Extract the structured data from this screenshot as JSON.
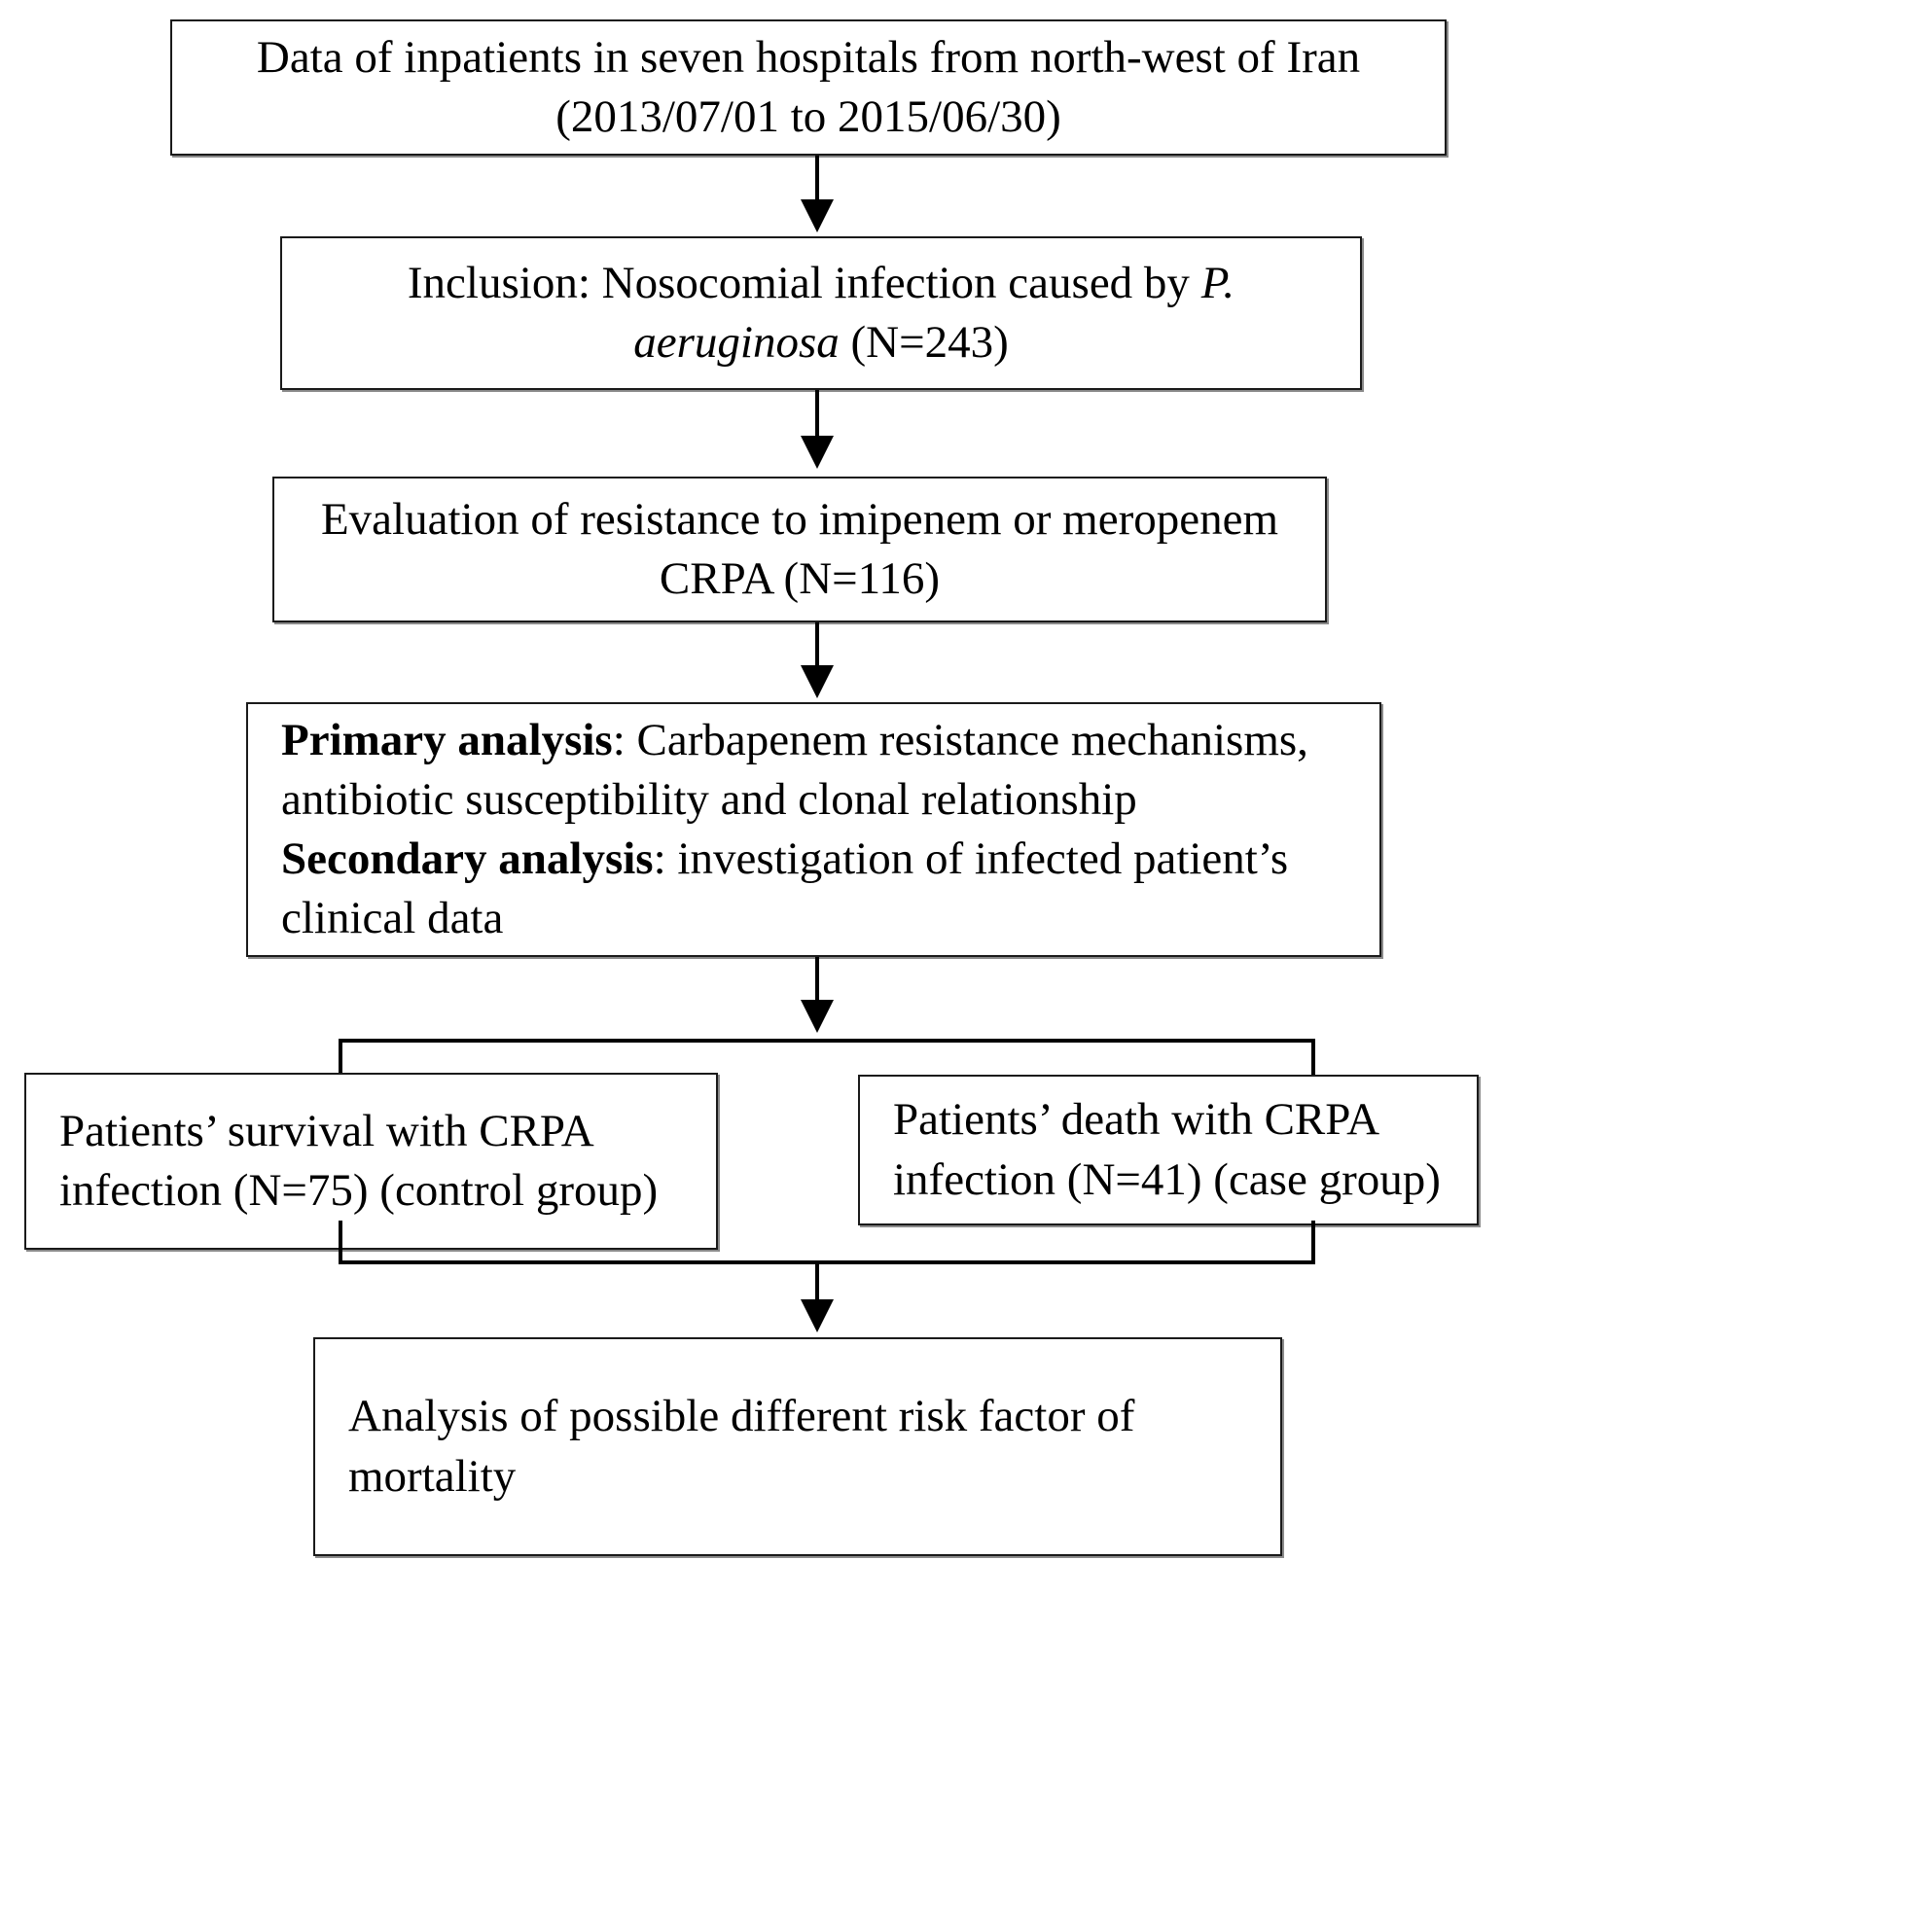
{
  "diagram": {
    "title": "Study selection and analysis flowchart for carbapenem-resistant Pseudomonas aeruginosa (CRPA)",
    "type": "flowchart",
    "orientation": "top-to-bottom",
    "nodes": [
      {
        "id": "source-data",
        "lines": [
          "Data of inpatients in seven hospitals from north-west of Iran",
          "(2013/07/01 to 2015/06/30)"
        ],
        "align": "center"
      },
      {
        "id": "inclusion",
        "line1_a": "Inclusion: Nosocomial infection caused by ",
        "line1_italic": "P.",
        "line2_italic": "aeruginosa",
        "line2_b": " (N=243)",
        "align": "center"
      },
      {
        "id": "resistance-evaluation",
        "lines": [
          "Evaluation of resistance to imipenem or meropenem",
          "CRPA (N=116)"
        ],
        "align": "center"
      },
      {
        "id": "analysis-plan",
        "primary_label": "Primary analysis",
        "primary_text": ": Carbapenem resistance mechanisms, antibiotic susceptibility and clonal relationship",
        "secondary_label": "Secondary analysis",
        "secondary_text": ": investigation of infected patient’s clinical data",
        "align": "left"
      },
      {
        "id": "control-group",
        "lines": [
          "Patients’ survival with CRPA",
          "infection (N=75) (control group)"
        ],
        "align": "left"
      },
      {
        "id": "case-group",
        "lines": [
          "Patients’ death with CRPA",
          "infection (N=41) (case group)"
        ],
        "align": "left"
      },
      {
        "id": "risk-factor-analysis",
        "lines": [
          "Analysis of possible different risk factor of",
          "mortality"
        ],
        "align": "left"
      }
    ],
    "counts": {
      "nosocomial_infections": 243,
      "crpa_isolates": 116,
      "survivors_control": 75,
      "deaths_case": 41
    },
    "date_range": {
      "start": "2013/07/01",
      "end": "2015/06/30"
    },
    "colors": {
      "box_border": "#1a1a1a",
      "box_shadow": "#8a8a8a",
      "connector": "#000000",
      "background": "#ffffff",
      "text": "#000000"
    }
  }
}
